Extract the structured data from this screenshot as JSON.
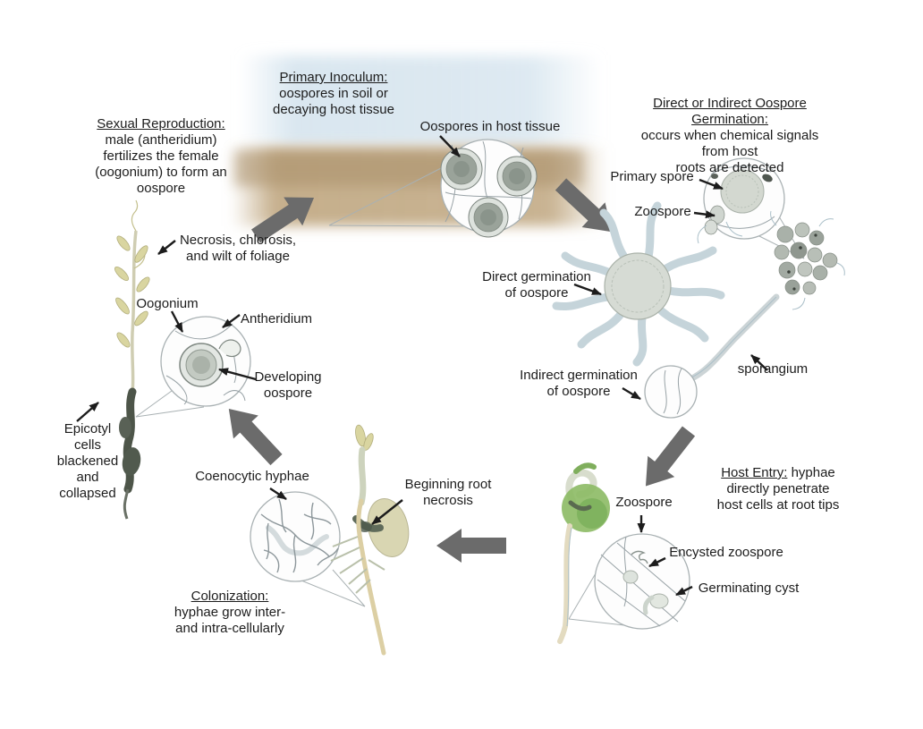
{
  "meta": {
    "title": "Oomycete seedling disease cycle diagram"
  },
  "colors": {
    "text": "#1c1c1c",
    "arrow_gray": "#6b6b6b",
    "outline_gray": "#a9b1b3",
    "sky_wash": "#d5e4ee",
    "soil_band": "#bfa67f",
    "soil_band_dark": "#b09670",
    "oospore_gray_green": "#9aa39a",
    "hypha_blue_gray": "#c5d4da",
    "leaf_yellow": "#d9d5a0",
    "blackened_stem": "#4d5549",
    "seed_green": "#8cba64",
    "shoot_green": "#8db068",
    "root_tan": "#dccfa4"
  },
  "stages": {
    "primary_inoculum": {
      "title": "Primary Inoculum:",
      "body": "\noospores in soil or\ndecaying host tissue"
    },
    "sexual_reproduction": {
      "title": "Sexual Reproduction:",
      "body": "\nmale (antheridium)\nfertilizes the female\n(oogonium) to form an\noospore"
    },
    "oospore_germination": {
      "title": "Direct or Indirect Oospore Germination:",
      "body": "\noccurs when chemical signals from host\nroots are detected"
    },
    "host_entry": {
      "title": "Host Entry:",
      "body": " hyphae\ndirectly penetrate\nhost cells at root tips"
    },
    "colonization": {
      "title": "Colonization:",
      "body": "\nhyphae grow inter-\nand intra-cellularly"
    }
  },
  "callouts": {
    "oospores_in_host_tissue": "Oospores in host tissue",
    "primary_spore": "Primary spore",
    "zoospore_top": "Zoospore",
    "direct_germination": "Direct germination\nof oospore",
    "indirect_germination": "Indirect germination\nof oospore",
    "sporangium": "sporangium",
    "zoospore_bottom": "Zoospore",
    "encysted_zoospore": "Encysted zoospore",
    "germinating_cyst": "Germinating cyst",
    "coenocytic_hyphae": "Coenocytic hyphae",
    "beginning_root_necrosis": "Beginning root\nnecrosis",
    "necrosis_chlorosis": "Necrosis, chlorosis,\nand wilt of foliage",
    "oogonium": "Oogonium",
    "antheridium": "Antheridium",
    "developing_oospore": "Developing\noospore",
    "epicotyl_collapsed": "Epicotyl\ncells\nblackened\nand\ncollapsed"
  }
}
